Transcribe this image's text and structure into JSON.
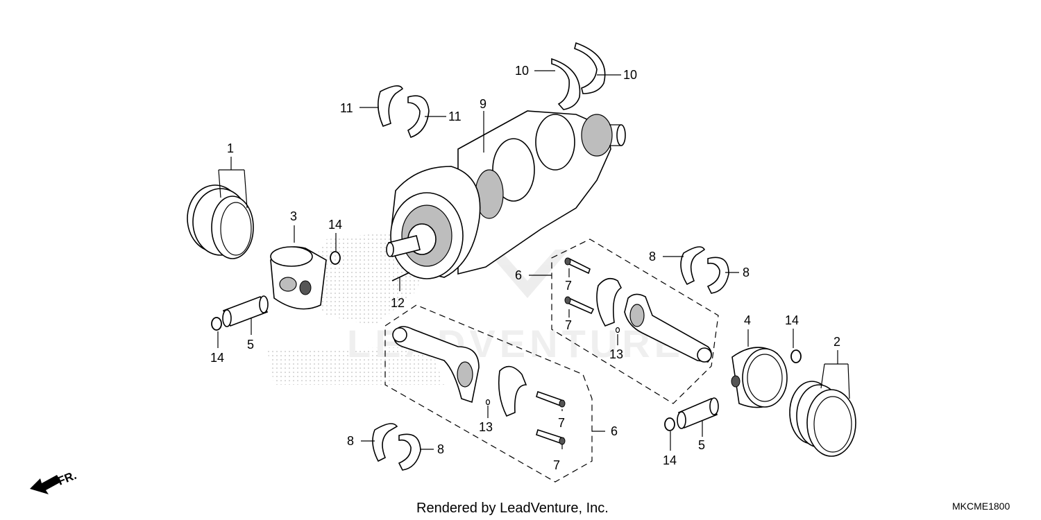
{
  "callouts": {
    "c1": "1",
    "c2": "2",
    "c3": "3",
    "c4": "4",
    "c5a": "5",
    "c5b": "5",
    "c6a": "6",
    "c6b": "6",
    "c7a": "7",
    "c7b": "7",
    "c7c": "7",
    "c7d": "7",
    "c8a": "8",
    "c8b": "8",
    "c8c": "8",
    "c8d": "8",
    "c9": "9",
    "c10a": "10",
    "c10b": "10",
    "c11a": "11",
    "c11b": "11",
    "c12": "12",
    "c13a": "13",
    "c13b": "13",
    "c14a": "14",
    "c14b": "14",
    "c14c": "14",
    "c14d": "14"
  },
  "front_indicator": "FR.",
  "credit": "Rendered by LeadVenture, Inc.",
  "diagram_code": "MKCME1800",
  "watermark_icon": "leadventure-watermark-icon"
}
